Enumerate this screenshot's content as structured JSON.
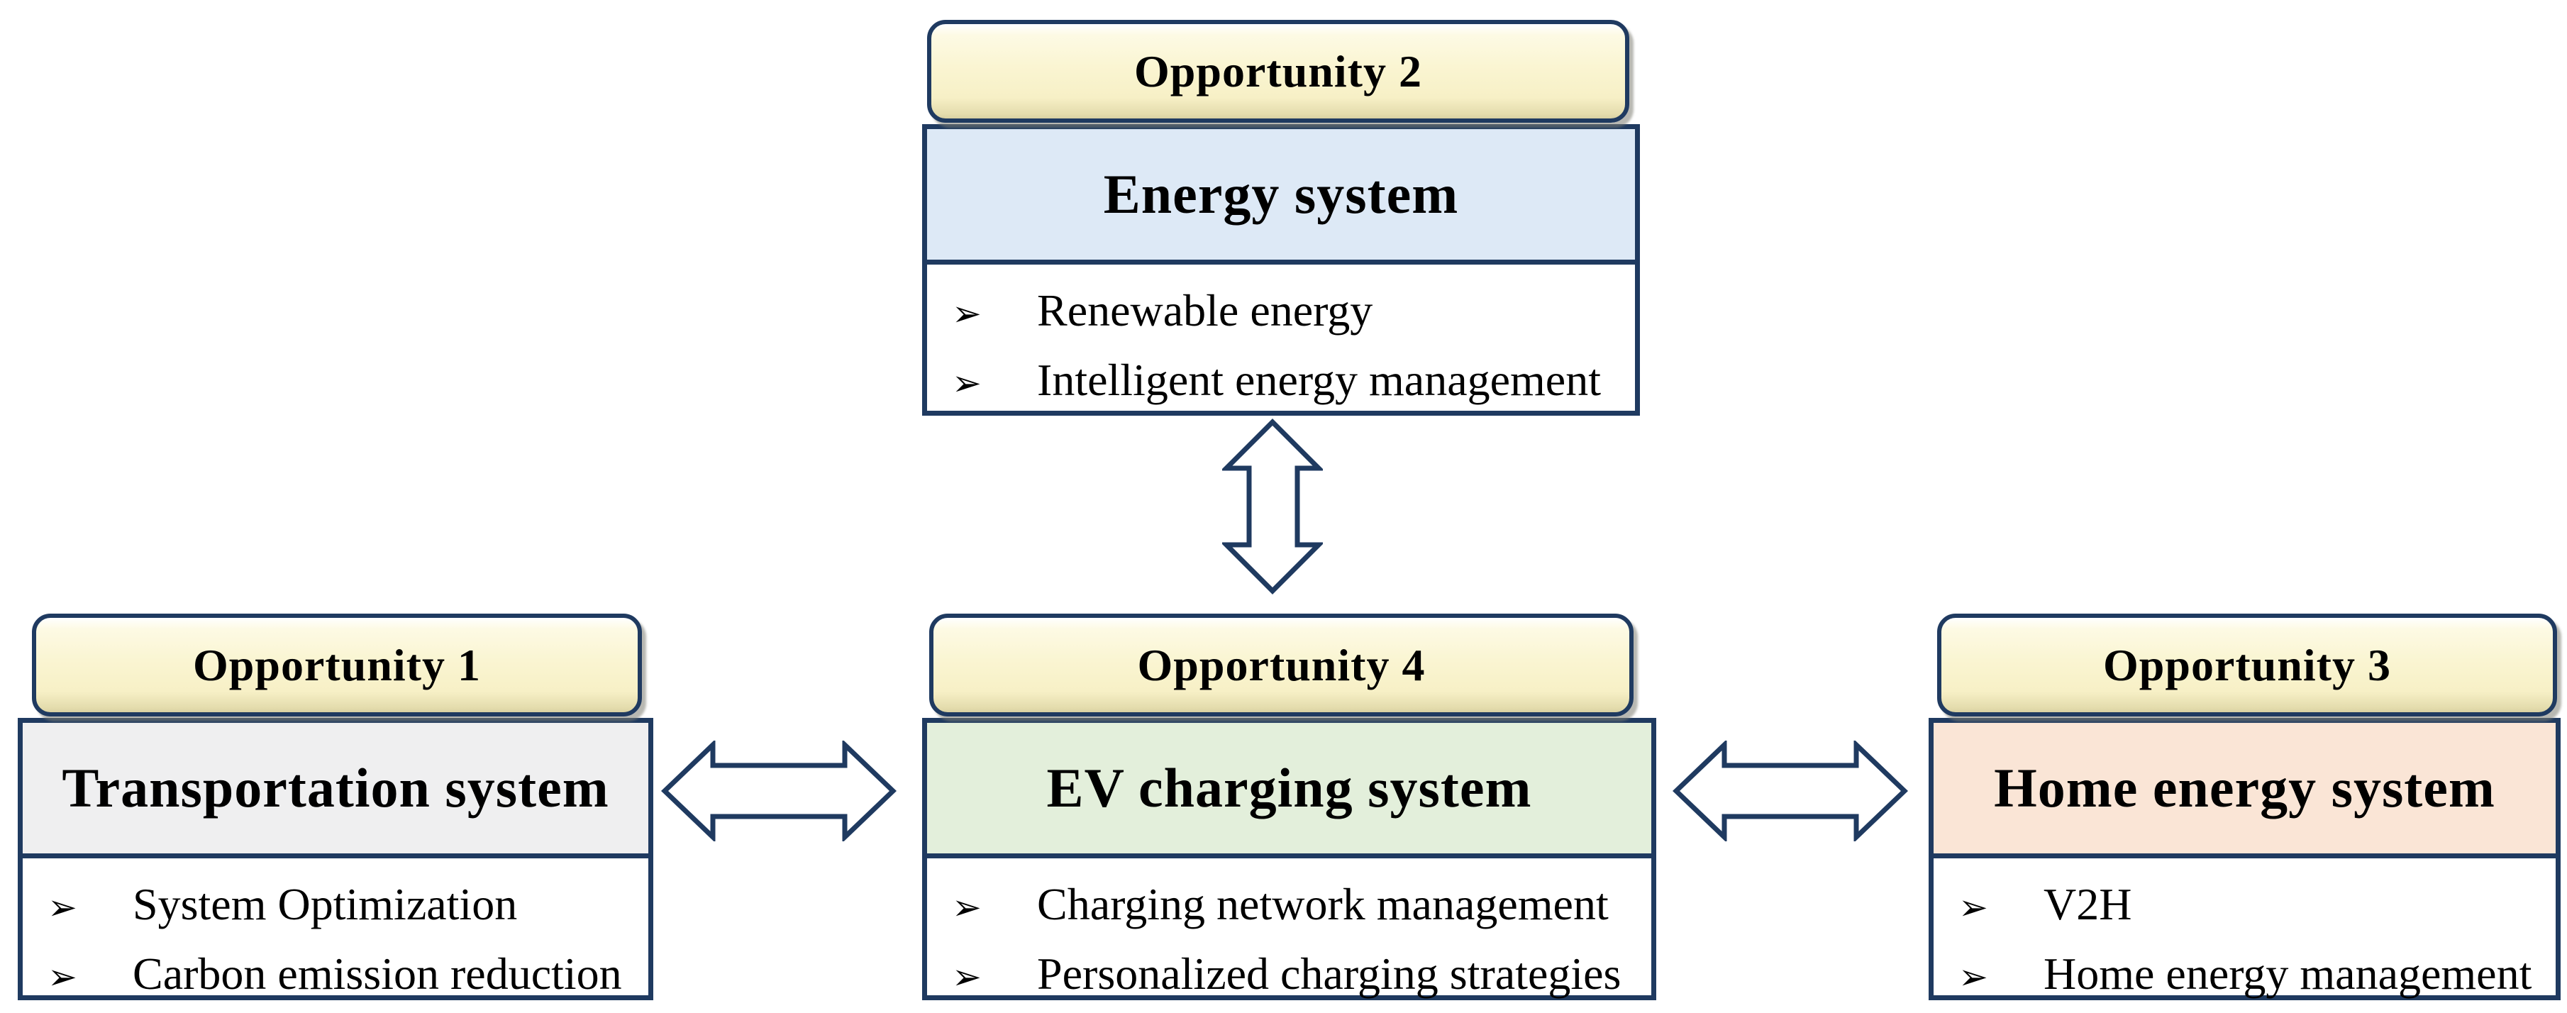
{
  "figure": {
    "type": "concept-diagram",
    "description_colors": {
      "border_navy": "#1f3a60",
      "header_cream": "#faf5d2",
      "energy_blue": "#dde9f6",
      "transportation_gray": "#efeff0",
      "ev_green": "#e3efdb",
      "home_peach": "#fae5d6",
      "arrow_fill": "#ffffff"
    }
  },
  "bullet_glyph": "➢",
  "boxes": {
    "energy": {
      "header": "Opportunity 2",
      "title": "Energy system",
      "bullets": [
        "Renewable energy",
        "Intelligent energy management"
      ]
    },
    "transportation": {
      "header": "Opportunity 1",
      "title": "Transportation system",
      "bullets": [
        "System Optimization",
        "Carbon emission reduction"
      ]
    },
    "ev": {
      "header": "Opportunity 4",
      "title": "EV charging system",
      "bullets": [
        "Charging network management",
        "Personalized charging strategies"
      ]
    },
    "home": {
      "header": "Opportunity 3",
      "title": "Home energy system",
      "bullets": [
        "V2H",
        "Home energy management"
      ]
    }
  },
  "connections": [
    {
      "from": "Energy system",
      "to": "EV charging system",
      "type": "bidirectional"
    },
    {
      "from": "Transportation system",
      "to": "EV charging system",
      "type": "bidirectional"
    },
    {
      "from": "EV charging system",
      "to": "Home energy system",
      "type": "bidirectional"
    }
  ]
}
